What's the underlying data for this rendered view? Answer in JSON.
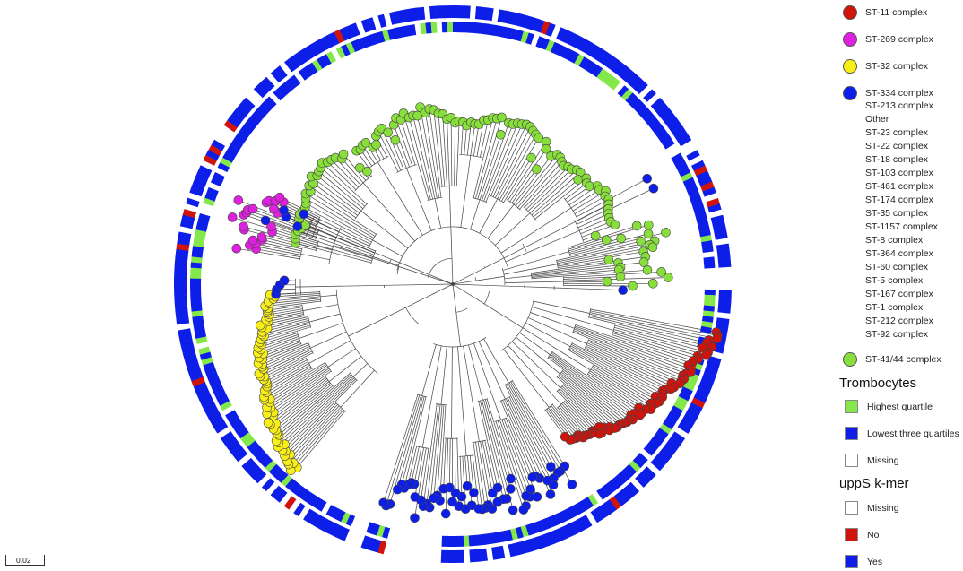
{
  "colors": {
    "ST-11": "#d0140c",
    "ST-269": "#e020e0",
    "ST-32": "#f8ee18",
    "ST-334": "#0c1ee8",
    "ST-41/44": "#88de3a",
    "highest_quartile": "#84e84a",
    "lowest_three": "#0c1ee8",
    "no": "#d0140c",
    "yes": "#0c1ee8",
    "missing": "#ffffff"
  },
  "legend": {
    "complexes_colored_top": [
      {
        "label": "ST-11 complex",
        "color": "#d0140c"
      },
      {
        "label": "ST-269 complex",
        "color": "#e020e0"
      },
      {
        "label": "ST-32 complex",
        "color": "#f8ee18"
      },
      {
        "label": "ST-334 complex",
        "color": "#0c1ee8"
      }
    ],
    "complexes_plain": [
      "ST-213 complex",
      "Other",
      "ST-23 complex",
      "ST-22 complex",
      "ST-18 complex",
      "ST-103 complex",
      "ST-461 complex",
      "ST-174 complex",
      "ST-35 complex",
      "ST-1157 complex",
      "ST-8 complex",
      "ST-364 complex",
      "ST-60 complex",
      "ST-5 complex",
      "ST-167 complex",
      "ST-1 complex",
      "ST-212 complex",
      "ST-92 complex"
    ],
    "complex_colored_bottom": {
      "label": "ST-41/44 complex",
      "color": "#88de3a"
    },
    "trombocytes": {
      "title": "Trombocytes",
      "items": [
        {
          "label": "Highest quartile",
          "color": "#84e84a"
        },
        {
          "label": "Lowest three quartiles",
          "color": "#0c1ee8"
        },
        {
          "label": "Missing",
          "color": "#ffffff"
        }
      ]
    },
    "upps": {
      "title": "uppS k-mer",
      "items": [
        {
          "label": "Missing",
          "color": "#ffffff"
        },
        {
          "label": "No",
          "color": "#d0140c"
        },
        {
          "label": "Yes",
          "color": "#0c1ee8"
        }
      ]
    }
  },
  "scale_bar": "0.02"
}
